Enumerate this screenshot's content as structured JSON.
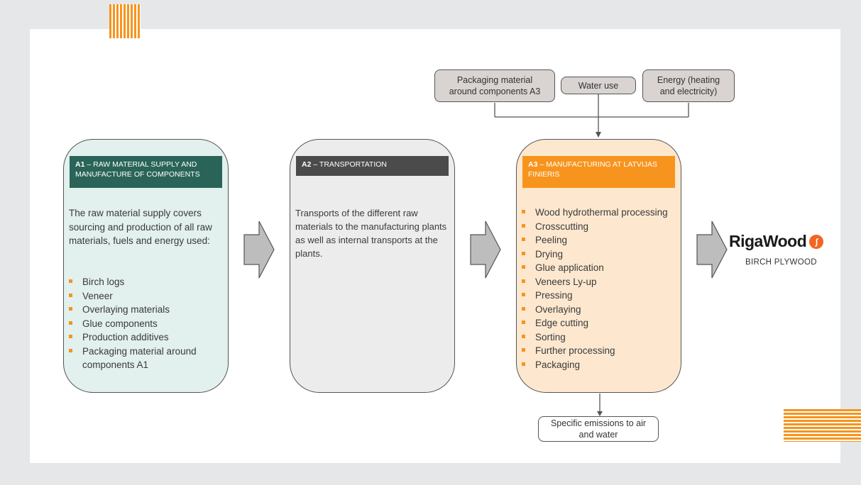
{
  "stages": {
    "a1": {
      "code": "A1",
      "title": " – RAW MATERIAL SUPPLY AND MANUFACTURE OF COMPONENTS",
      "description": "The raw material supply covers sourcing and production of all raw materials, fuels and energy used:",
      "items": [
        "Birch logs",
        "Veneer",
        "Overlaying materials",
        "Glue components",
        "Production additives",
        "Packaging material around components A1"
      ]
    },
    "a2": {
      "code": "A2",
      "title": " – TRANSPORTATION",
      "description": "Transports of the different raw materials to the manufacturing plants as well as internal transports at the plants."
    },
    "a3": {
      "code": "A3",
      "title": " – MANUFACTURING AT LATVIJAS FINIERIS",
      "items": [
        "Wood hydrothermal processing",
        "Crosscutting",
        "Peeling",
        "Drying",
        "Glue application",
        "Veneers Ly-up",
        "Pressing",
        "Overlaying",
        "Edge cutting",
        "Sorting",
        "Further processing",
        "Packaging"
      ]
    }
  },
  "inputs": {
    "packaging": "Packaging material around components A3",
    "water": "Water use",
    "energy": "Energy (heating and electricity)"
  },
  "output": "Specific emissions to air and water",
  "brand": {
    "name": "RigaWood",
    "subtitle": "BIRCH PLYWOOD"
  },
  "colors": {
    "accent": "#f7941d",
    "a1_header": "#2a6458",
    "a2_header": "#4b4b4b",
    "a1_fill": "#e2f0ee",
    "a2_fill": "#ececec",
    "a3_fill": "#fde8cf"
  }
}
